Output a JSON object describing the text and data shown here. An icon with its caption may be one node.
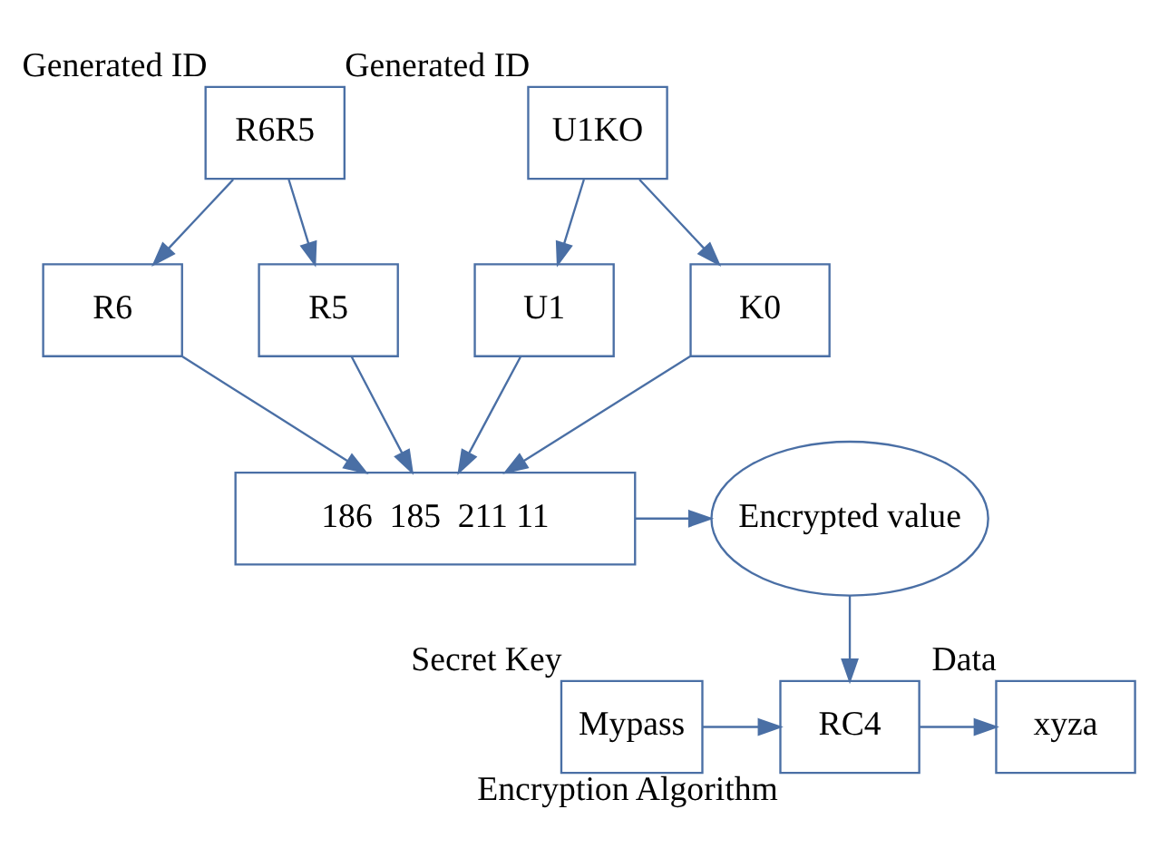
{
  "diagram": {
    "nodes": [
      {
        "text": [
          "R6R5"
        ],
        "beside": [
          "Generated ID"
        ]
      },
      {
        "text": [
          "U1KO"
        ],
        "beside": [
          "Generated ID"
        ]
      },
      {
        "text": [
          "R6"
        ]
      },
      {
        "text": [
          "R5"
        ]
      },
      {
        "text": [
          "U1"
        ]
      },
      {
        "text": [
          "K0"
        ]
      },
      {
        "text": [
          "186  185  211 11"
        ]
      },
      {
        "text": [
          "Encrypted value"
        ]
      },
      {
        "text": [
          "Mypass"
        ],
        "beside": [
          "Secret Key"
        ]
      },
      {
        "text": [
          "RC4"
        ],
        "beside": [
          "Encryption Algorithm"
        ]
      },
      {
        "text": [
          "xyza"
        ],
        "beside": [
          "Data"
        ]
      }
    ],
    "edges": [
      {
        "from": 0,
        "to": 2,
        "arrow": "to"
      },
      {
        "from": 0,
        "to": 3,
        "arrow": "to"
      },
      {
        "from": 1,
        "to": 4,
        "arrow": "to"
      },
      {
        "from": 1,
        "to": 5,
        "arrow": "to"
      },
      {
        "from": 2,
        "to": 6,
        "arrow": "to"
      },
      {
        "from": 3,
        "to": 6,
        "arrow": "to"
      },
      {
        "from": 4,
        "to": 6,
        "arrow": "to"
      },
      {
        "from": 5,
        "to": 6,
        "arrow": "to"
      },
      {
        "from": 6,
        "to": 7,
        "arrow": "to"
      },
      {
        "from": 7,
        "to": 9,
        "arrow": "to"
      },
      {
        "from": 8,
        "to": 9,
        "arrow": "to"
      },
      {
        "from": 9,
        "to": 10,
        "arrow": "to"
      }
    ]
  }
}
